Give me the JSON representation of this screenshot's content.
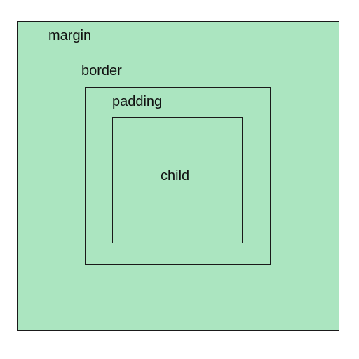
{
  "colors": {
    "fill": "#abe5c0",
    "line": "#1a1a1a",
    "text": "#111111",
    "background": "#ffffff"
  },
  "labels": {
    "margin": "margin",
    "border": "border",
    "padding": "padding",
    "child": "child"
  }
}
